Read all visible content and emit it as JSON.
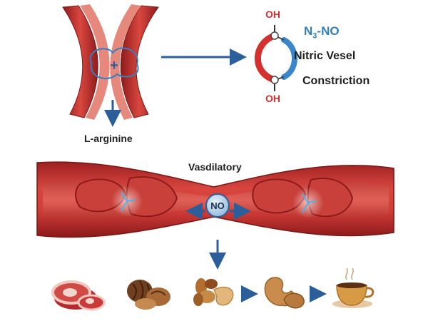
{
  "top_left": {
    "label": "L-arginine",
    "plus_symbol": "+"
  },
  "molecule": {
    "oh_top": "OH",
    "oh_bottom": "OH",
    "formula_main": "N",
    "formula_sub": "3",
    "formula_rest": "-NO",
    "title_line1": "Nitric Vesel",
    "title_line2": "Constriction"
  },
  "middle": {
    "label": "Vasdilatory",
    "badge": "NO"
  },
  "foods": [
    {
      "icon": "meat-steak-icon"
    },
    {
      "icon": "walnut-icon"
    },
    {
      "icon": "mixed-nuts-icon"
    },
    {
      "icon": "cashew-icon"
    },
    {
      "icon": "coffee-cup-icon"
    }
  ],
  "colors": {
    "vessel_red": "#c62f2f",
    "vessel_dark": "#8e1b1b",
    "vessel_light": "#e98a80",
    "arrow_blue": "#2c5f9a",
    "formula_blue": "#2f7fc1",
    "oh_red": "#d3302e"
  }
}
